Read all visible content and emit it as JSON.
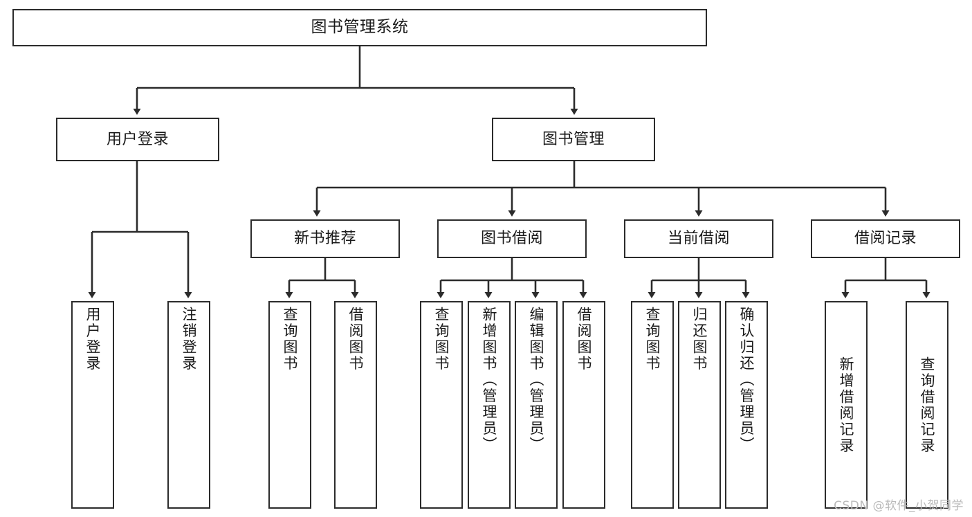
{
  "diagram": {
    "title": "图书管理系统",
    "type": "tree-hierarchy",
    "stroke_color": "#2b2b2b",
    "fill_color": "#ffffff",
    "text_color": "#1a1a1a"
  },
  "nodes": {
    "root": {
      "label": "图书管理系统"
    },
    "level1": [
      {
        "label": "用户登录"
      },
      {
        "label": "图书管理"
      }
    ],
    "level2": [
      {
        "label": "新书推荐"
      },
      {
        "label": "图书借阅"
      },
      {
        "label": "当前借阅"
      },
      {
        "label": "借阅记录"
      }
    ],
    "leaves": {
      "user_login": [
        {
          "label": "用户登录"
        },
        {
          "label": "注销登录"
        }
      ],
      "new_book_recommend": [
        {
          "label": "查询图书"
        },
        {
          "label": "借阅图书"
        }
      ],
      "book_borrow": [
        {
          "label": "查询图书"
        },
        {
          "label": "新增图书（管理员）"
        },
        {
          "label": "编辑图书（管理员）"
        },
        {
          "label": "借阅图书"
        }
      ],
      "current_borrow": [
        {
          "label": "查询图书"
        },
        {
          "label": "归还图书"
        },
        {
          "label": "确认归还（管理员）"
        }
      ],
      "borrow_record": [
        {
          "label": "新增借阅记录"
        },
        {
          "label": "查询借阅记录"
        }
      ]
    }
  },
  "watermark": {
    "text": "CSDN @软件_小贺同学"
  }
}
